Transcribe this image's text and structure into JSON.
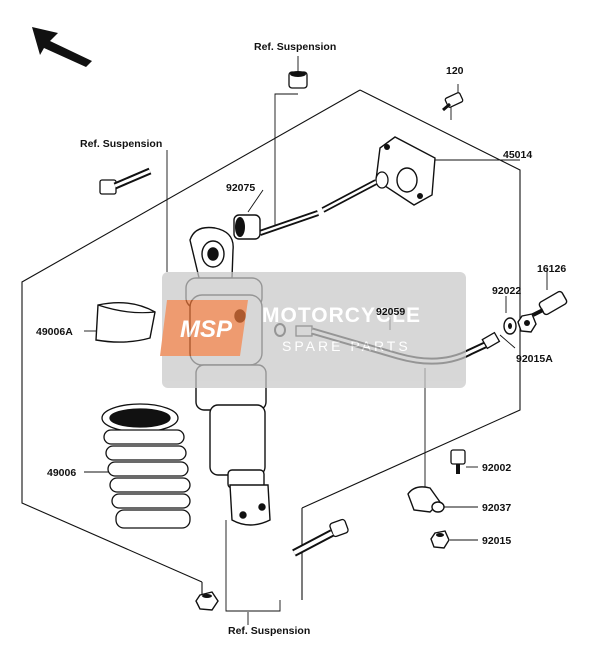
{
  "labels": {
    "ref_top": "Ref. Suspension",
    "ref_left": "Ref. Suspension",
    "ref_bottom": "Ref. Suspension",
    "p120": "120",
    "p45014": "45014",
    "p92075": "92075",
    "p16126": "16126",
    "p92022": "92022",
    "p92059": "92059",
    "p49006A": "49006A",
    "p92015A": "92015A",
    "p49006": "49006",
    "p92002": "92002",
    "p92037": "92037",
    "p92015": "92015"
  },
  "watermark": {
    "logo": "MSP",
    "title": "MOTORCYCLE",
    "subtitle": "SPARE PARTS"
  },
  "colors": {
    "line": "#111111",
    "watermark_bg": "#c9c9c9",
    "watermark_accent": "#e8763a"
  }
}
